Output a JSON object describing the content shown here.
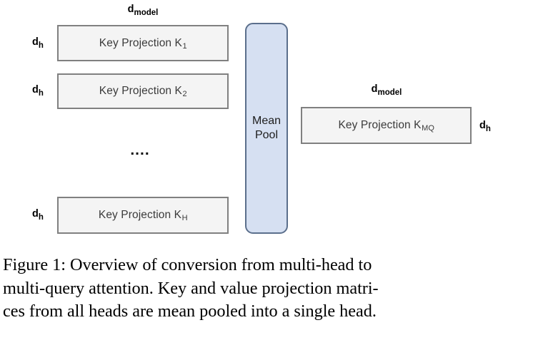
{
  "figure": {
    "diagram": {
      "dim_labels": {
        "d_model_base": "d",
        "d_model_sub": "model",
        "d_h_base": "d",
        "d_h_sub": "h"
      },
      "multi_head_boxes": [
        {
          "name": "key-projection-k1",
          "text_base": "Key Projection K",
          "text_sub": "1",
          "dim_row": "d",
          "dim_row_sub": "h"
        },
        {
          "name": "key-projection-k2",
          "text_base": "Key Projection K",
          "text_sub": "2",
          "dim_row": "d",
          "dim_row_sub": "h"
        },
        {
          "name": "key-projection-kh",
          "text_base": "Key Projection K",
          "text_sub": "H",
          "dim_row": "d",
          "dim_row_sub": "h"
        }
      ],
      "ellipsis": "....",
      "mean_pool": {
        "line1": "Mean",
        "line2": "Pool"
      },
      "multi_query_box": {
        "name": "key-projection-kmq",
        "text_base": "Key Projection K",
        "text_sub": "MQ"
      },
      "colors": {
        "box_fill": "#f4f4f4",
        "box_border": "#808080",
        "box_text": "#3b3b3b",
        "mean_pool_fill": "#d6e0f2",
        "mean_pool_border": "#5b6f8c",
        "label_text": "#000000",
        "background": "#ffffff"
      }
    },
    "caption": {
      "lines": [
        "Figure 1:  Overview of conversion from multi-head to",
        "multi-query attention.  Key and value projection matri-",
        "ces from all heads are mean pooled into a single head."
      ],
      "full_text": "Figure 1: Overview of conversion from multi-head to multi-query attention. Key and value projection matrices from all heads are mean pooled into a single head."
    }
  }
}
